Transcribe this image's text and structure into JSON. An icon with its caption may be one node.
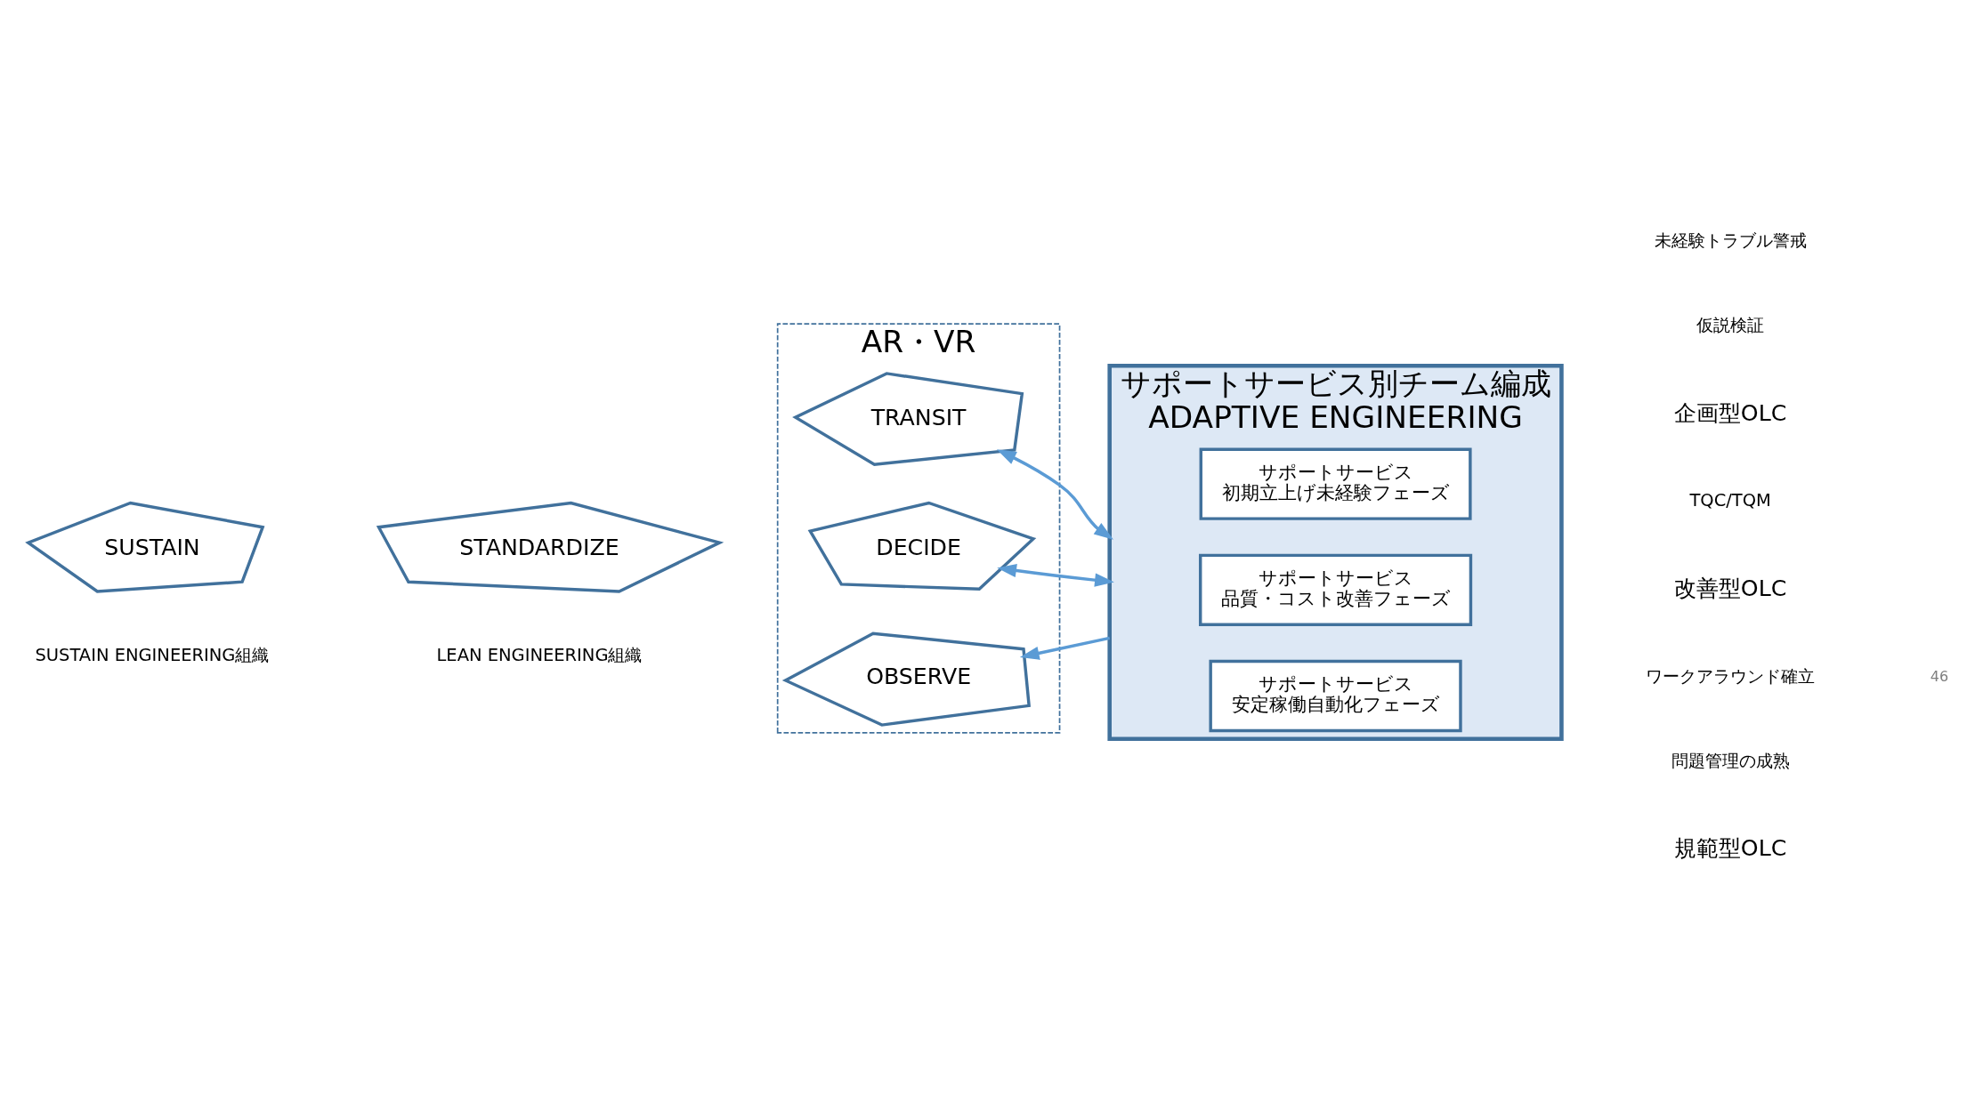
{
  "diagram": {
    "nodes": [
      {
        "text": [
          "AR・VR"
        ]
      },
      {
        "text": [
          "SUSTAIN"
        ],
        "beside": [
          "SUSTAIN ENGINEERING組織"
        ]
      },
      {
        "text": [
          "STANDARDIZE"
        ],
        "beside": [
          "LEAN ENGINEERING組織"
        ]
      },
      {
        "text": [
          "TRANSIT"
        ],
        "in": 0
      },
      {
        "text": [
          "DECIDE"
        ],
        "in": 0
      },
      {
        "text": [
          "OBSERVE"
        ],
        "in": 0
      },
      {
        "text": [
          "サポートサービス別チーム編成",
          "ADAPTIVE ENGINEERING"
        ]
      },
      {
        "text": [
          "サポートサービス",
          "初期立上げ未経験フェーズ"
        ],
        "in": 6,
        "beside": [
          "企画型OLC",
          "仮説検証",
          "未経験トラブル警戒"
        ]
      },
      {
        "text": [
          "サポートサービス",
          "品質・コスト改善フェーズ"
        ],
        "in": 6,
        "beside": [
          "改善型OLC",
          "TQC/TQM"
        ]
      },
      {
        "text": [
          "サポートサービス",
          "安定稼働自動化フェーズ"
        ],
        "in": 6,
        "beside": [
          "規範型OLC",
          "問題管理の成熟",
          "ワークアラウンド確立"
        ]
      }
    ],
    "edges": [
      {
        "from": 6,
        "to": 3,
        "arrow": "both"
      },
      {
        "from": 6,
        "to": 4,
        "arrow": "both"
      },
      {
        "from": 6,
        "to": 5,
        "arrow": "to"
      }
    ],
    "labels": [
      "46"
    ]
  }
}
